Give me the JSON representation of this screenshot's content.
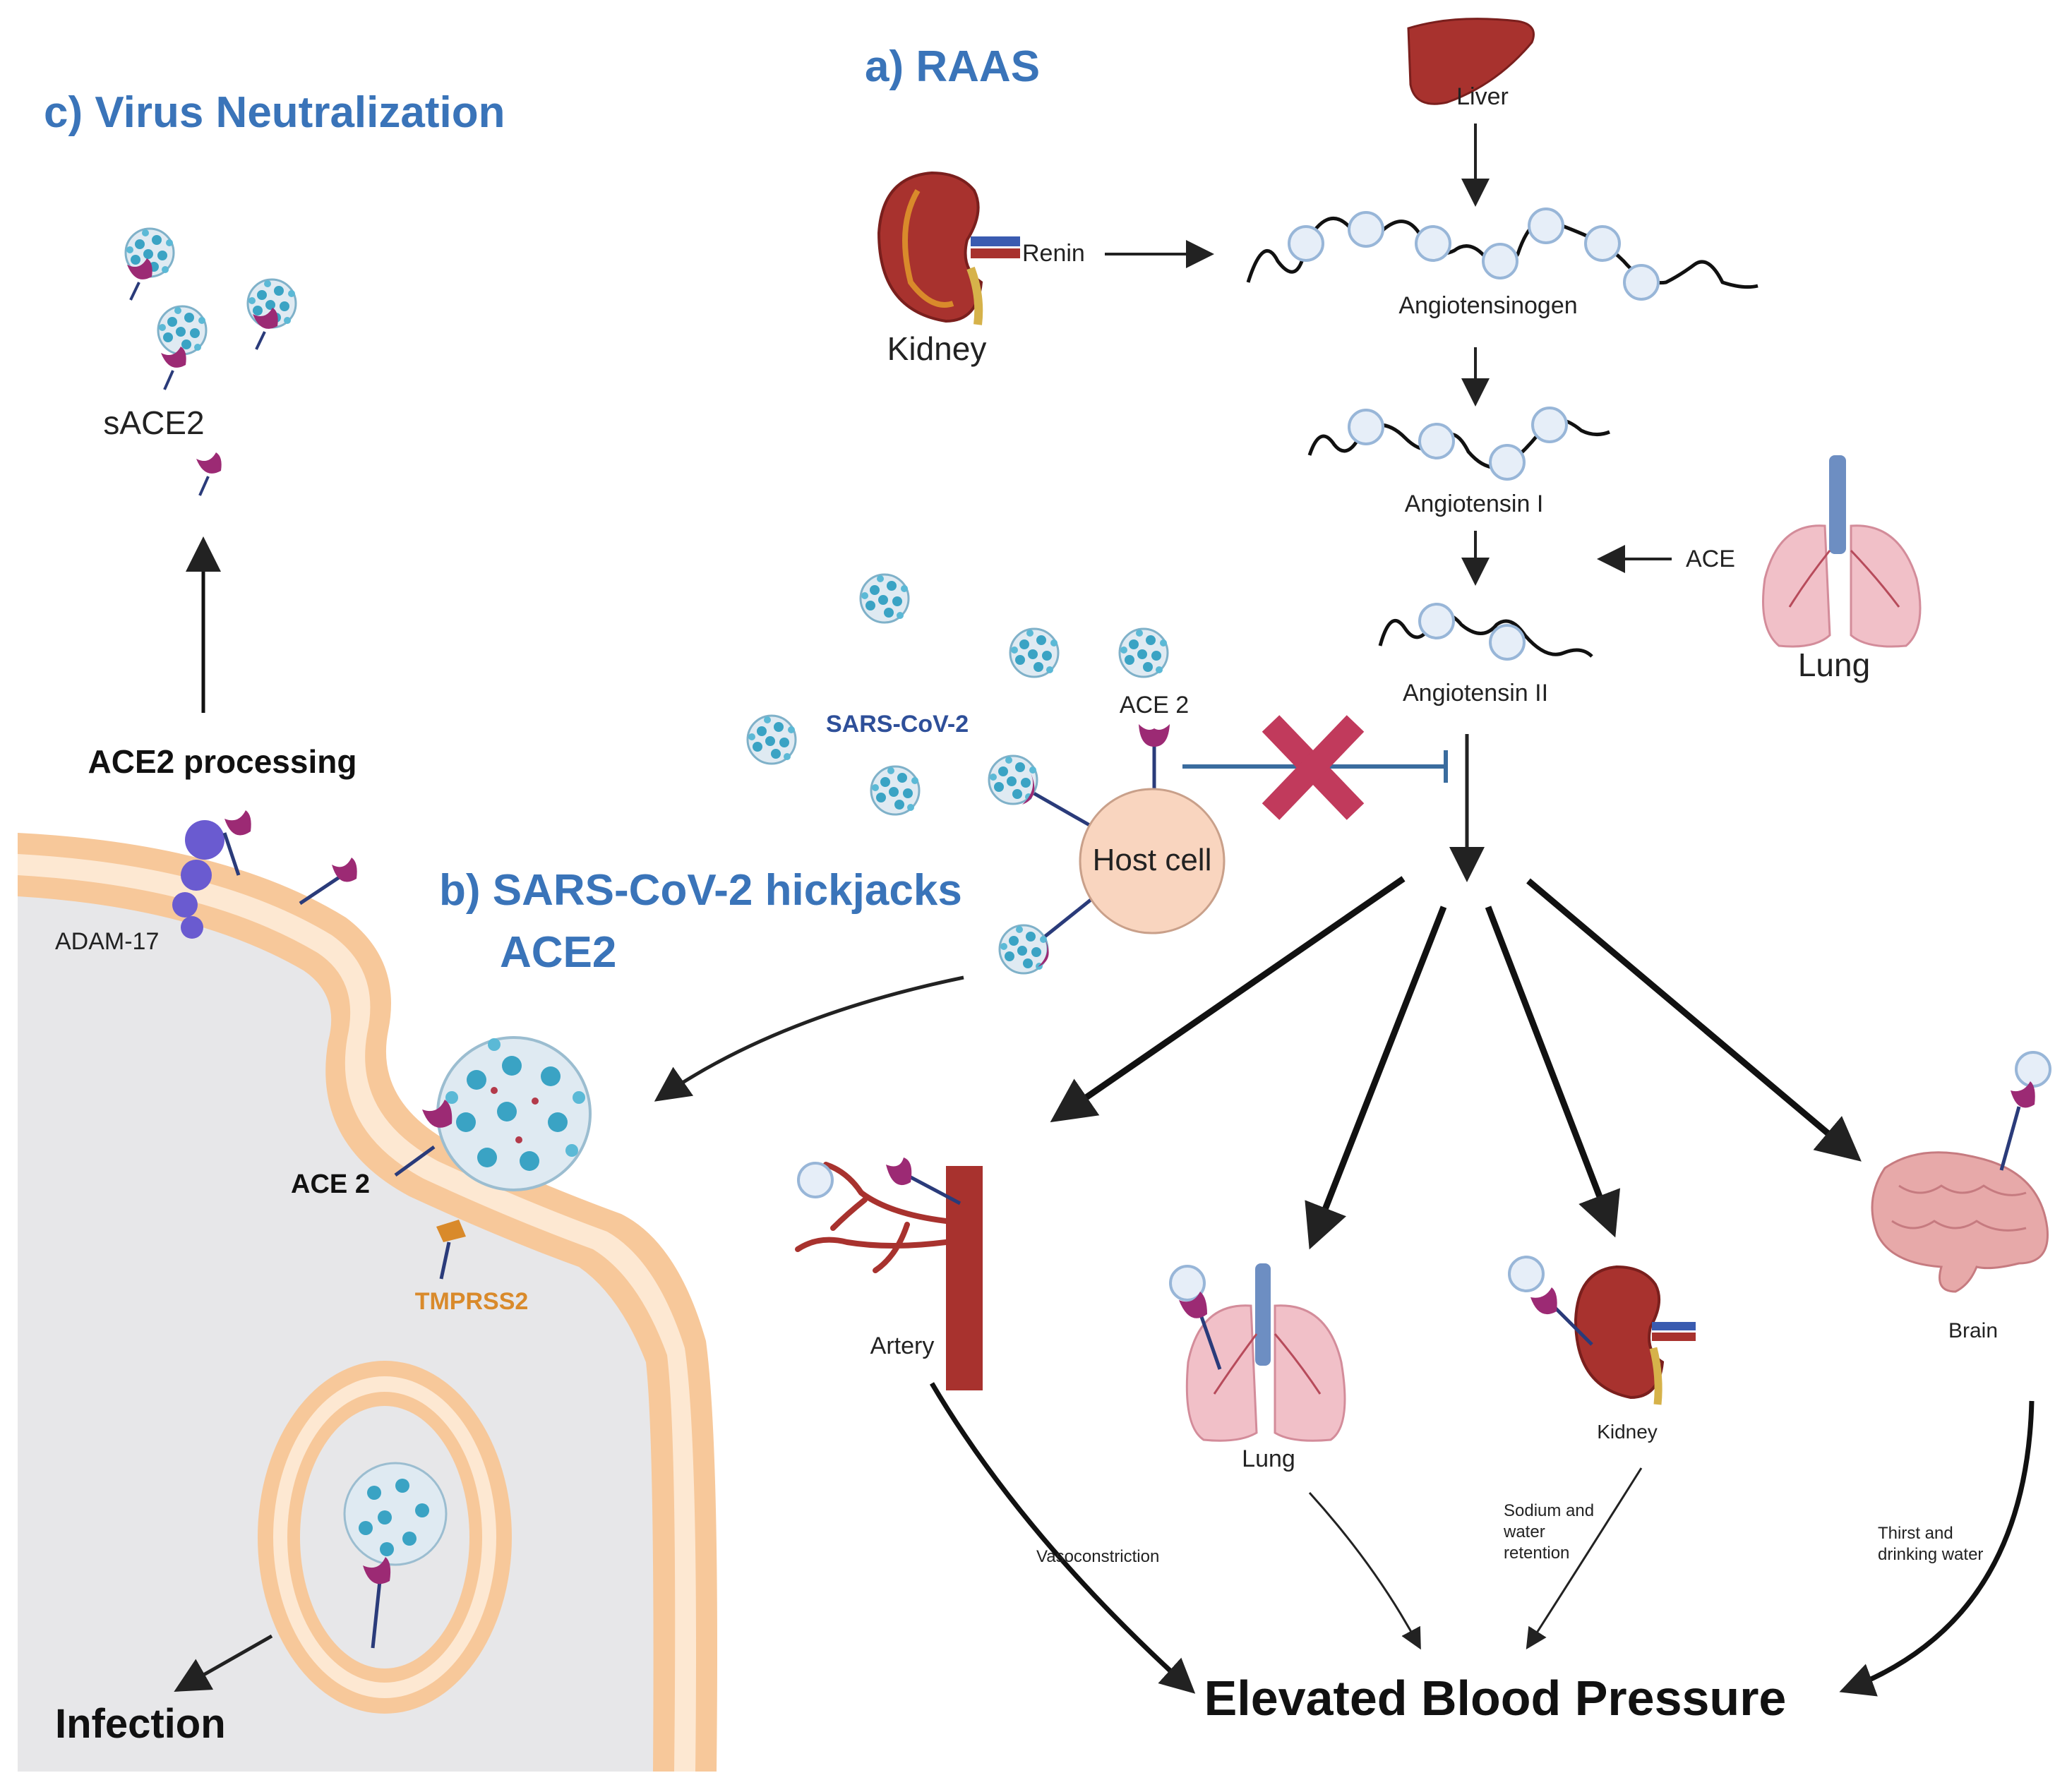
{
  "sections": {
    "raas": {
      "letter": "a)",
      "title": "RAAS"
    },
    "hijack": {
      "letter": "b)",
      "title_line1": "SARS-CoV-2 hickjacks",
      "title_line2": "ACE2"
    },
    "neutralization": {
      "letter": "c)",
      "title": "Virus Neutralization"
    }
  },
  "raas": {
    "liver": "Liver",
    "kidney": "Kidney",
    "renin": "Renin",
    "angiotensinogen": "Angiotensinogen",
    "angiotensin_1": "Angiotensin I",
    "angiotensin_2": "Angiotensin II",
    "ace": "ACE",
    "lung": "Lung"
  },
  "hijack": {
    "virus": "SARS-CoV-2",
    "ace2": "ACE 2",
    "host_cell": "Host cell"
  },
  "targets": {
    "artery": "Artery",
    "lung": "Lung",
    "kidney": "Kidney",
    "brain": "Brain"
  },
  "effects": {
    "vasoconstriction": "Vasoconstriction",
    "sodium": [
      "Sodium and",
      "water",
      "retention"
    ],
    "thirst": [
      "Thirst and",
      "drinking water"
    ]
  },
  "outcome": "Elevated Blood Pressure",
  "membrane": {
    "ace2_processing": "ACE2 processing",
    "adam17": "ADAM-17",
    "ace2": "ACE 2",
    "tmprss2": "TMPRSS2",
    "infection": "Infection"
  },
  "neutralization": {
    "sace2": "sACE2"
  },
  "colors": {
    "title_blue": "#3a74b9",
    "ace2_magenta": "#9c2a74",
    "virus_cyan": "#3aa3c4",
    "membrane": "#f7c89a",
    "cytoplasm": "#e7e7e9",
    "host_cell": "#f9d5bf",
    "inhibit_x": "#c13a5c",
    "tmprss2": "#d98a2b",
    "adam17": "#6a5bd0",
    "organ_red": "#a8322e",
    "lung_pink": "#f1c0c8",
    "brain_pink": "#e7a9a9"
  }
}
